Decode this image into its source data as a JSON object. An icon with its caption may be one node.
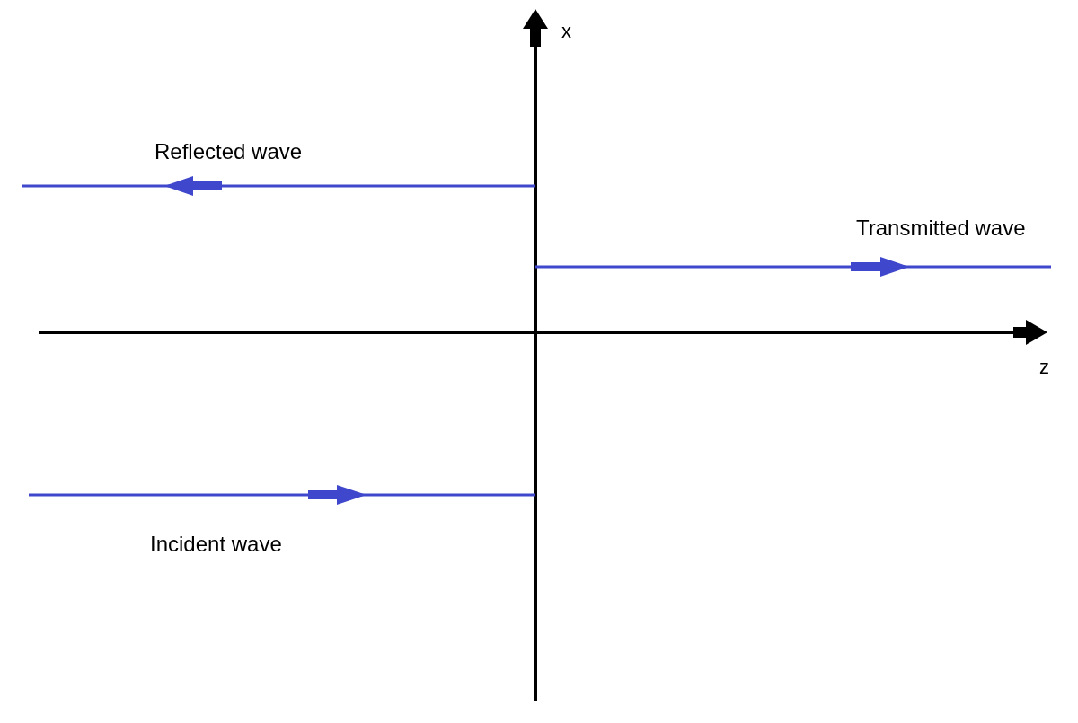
{
  "diagram": {
    "labels": [
      "x",
      "Reflected wave",
      "Transmitted wave",
      "z",
      "Incident wave"
    ]
  }
}
